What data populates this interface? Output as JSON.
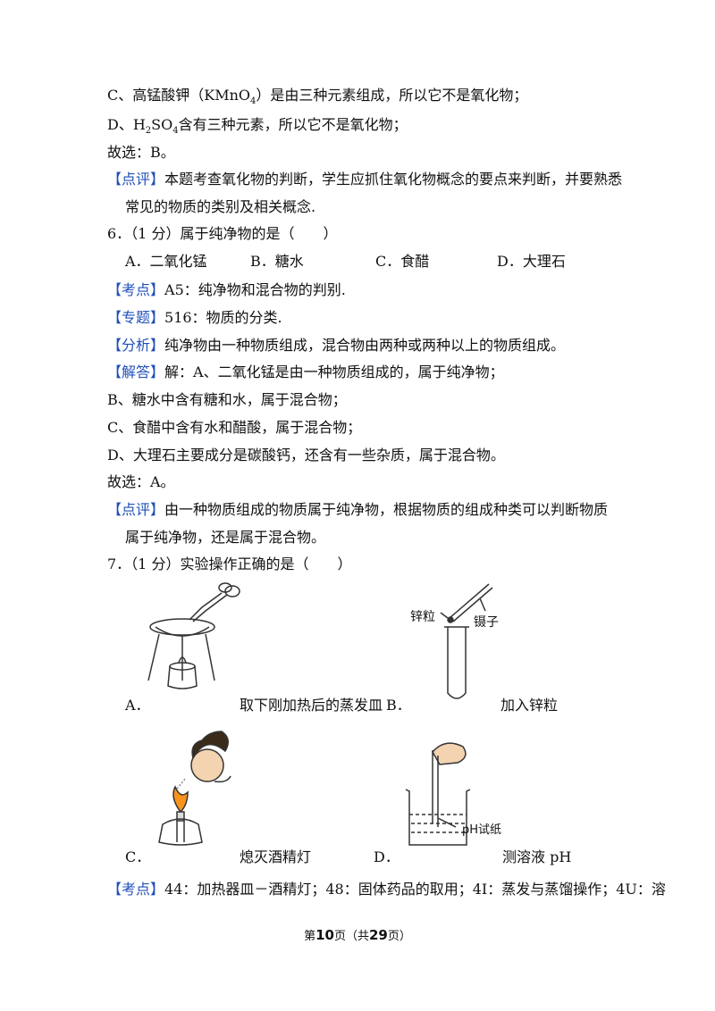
{
  "lines": {
    "c_kmno4_a": "C、高锰酸钾（KMnO",
    "c_kmno4_sub": "4",
    "c_kmno4_b": "）是由三种元素组成，所以它不是氧化物；",
    "d_h2so4_a": "D、H",
    "d_h2so4_sub1": "2",
    "d_h2so4_mid": "SO",
    "d_h2so4_sub2": "4",
    "d_h2so4_b": "含有三种元素，所以它不是氧化物；",
    "answer1": "故选：B。",
    "comment1_tag": "【点评】",
    "comment1_a": "本题考查氧化物的判断，学生应抓住氧化物概念的要点来判断，并要熟悉",
    "comment1_b": "常见的物质的类别及相关概念.",
    "q6": "6．（1 分）属于纯净物的是（　　）",
    "q6_opt_a": "A．二氧化锰",
    "q6_opt_b": "B．糖水",
    "q6_opt_c": "C．食醋",
    "q6_opt_d": "D．大理石",
    "kaodian_tag": "【考点】",
    "kaodian_text": "A5：纯净物和混合物的判别.",
    "zhuanti_tag": "【专题】",
    "zhuanti_text": "516：物质的分类.",
    "fenxi_tag": "【分析】",
    "fenxi_text": "纯净物由一种物质组成，混合物由两种或两种以上的物质组成。",
    "jieda_tag": "【解答】",
    "jieda_text": "解：A、二氧化锰是由一种物质组成的，属于纯净物；",
    "sol_b": "B、糖水中含有糖和水，属于混合物；",
    "sol_c": "C、食醋中含有水和醋酸，属于混合物；",
    "sol_d": "D、大理石主要成分是碳酸钙，还含有一些杂质，属于混合物。",
    "answer2": "故选：A。",
    "comment2_tag": "【点评】",
    "comment2_a": "由一种物质组成的物质属于纯净物，根据物质的组成种类可以判断物质",
    "comment2_b": "属于纯净物，还是属于混合物。",
    "q7": "7．（1 分）实验操作正确的是（　　）",
    "kaodian7_tag": "【考点】",
    "kaodian7_text": "44：加热器皿－酒精灯；48：固体药品的取用；4I：蒸发与蒸馏操作；4U：溶"
  },
  "figures": {
    "a_letter": "A．",
    "a_caption": "取下刚加热后的蒸发皿",
    "b_letter": "B．",
    "b_caption": "加入锌粒",
    "b_label_zinc": "锌粒",
    "b_label_tweezer": "镊子",
    "c_letter": "C．",
    "c_caption": "熄灭酒精灯",
    "d_letter": "D．",
    "d_caption": "测溶液  pH",
    "d_label_paper": "pH试纸"
  },
  "footer": {
    "prefix": "第",
    "page": "10",
    "mid": "页（共",
    "total": "29",
    "suffix": "页）"
  }
}
